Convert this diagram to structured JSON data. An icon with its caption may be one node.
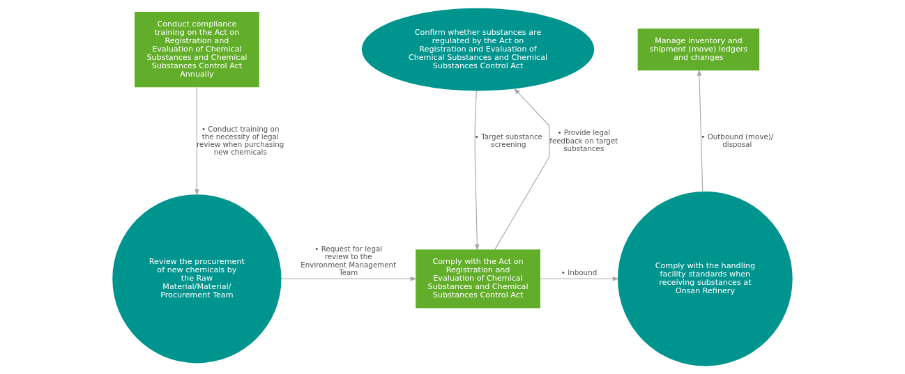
{
  "diagram": {
    "nodes": [
      {
        "text": [
          "Conduct compliance training on the Act on Registration and Evaluation of Chemical Substances and Chemical Substances Control Act Annually"
        ]
      },
      {
        "text": [
          "Confirm whether substances are regulated by the Act on Registration and Evaluation of Chemical Substances and Chemical Substances Control Act"
        ]
      },
      {
        "text": [
          "Manage inventory and shipment (move) ledgers and changes"
        ]
      },
      {
        "text": [
          "Review the procurement of new chemicals by the Raw Material/Material/ Procurement Team"
        ]
      },
      {
        "text": [
          "Comply with the Act on Registration and Evaluation of Chemical Substances and Chemical Substances Control Act"
        ]
      },
      {
        "text": [
          "Comply with the handling facility standards when receiving substances at Onsan Refinery"
        ]
      }
    ],
    "edges": [
      {
        "from": 0,
        "to": 3,
        "arrow": "to",
        "label": "• Conduct training on the necessity of legal review when purchasing new chemicals"
      },
      {
        "from": 1,
        "to": 4,
        "arrow": "to",
        "label": "• Target substance screening"
      },
      {
        "from": 4,
        "to": 1,
        "arrow": "to",
        "label": "• Provide legal feedback on target substances"
      },
      {
        "from": 3,
        "to": 4,
        "arrow": "to",
        "label": "• Request for legal review to the Environment Management Team"
      },
      {
        "from": 4,
        "to": 5,
        "arrow": "to",
        "label": "• Inbound"
      },
      {
        "from": 5,
        "to": 2,
        "arrow": "to",
        "label": "• Outbound (move)/ disposal"
      }
    ]
  }
}
